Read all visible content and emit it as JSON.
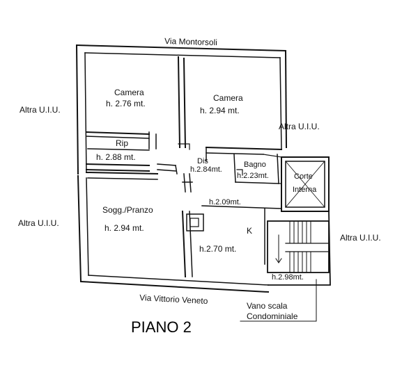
{
  "plan": {
    "streets": {
      "north": "Via Montorsoli",
      "south": "Via Vittorio Veneto"
    },
    "neighbors": {
      "left_top": "Altra U.I.U.",
      "left_bottom": "Altra U.I.U.",
      "right_top": "Altra U.I.U.",
      "right_bottom": "Altra U.I.U."
    },
    "rooms": {
      "camera_left": {
        "name": "Camera",
        "height": "h. 2.76 mt."
      },
      "camera_right": {
        "name": "Camera",
        "height": "h. 2.94 mt."
      },
      "rip": {
        "name": "Rip",
        "height": "h. 2.88 mt."
      },
      "dis": {
        "name": "Dis",
        "height": "h.2.84mt."
      },
      "bagno": {
        "name": "Bagno",
        "height": "h.2.23mt."
      },
      "corte": {
        "name_line1": "Corte",
        "name_line2": "Interna"
      },
      "corridor": {
        "height": "h.2.09mt."
      },
      "soggiorno": {
        "name": "Sogg./Pranzo",
        "height": "h. 2.94 mt."
      },
      "kitchen": {
        "name": "K",
        "height": "h.2.70 mt."
      },
      "stair_landing": {
        "height": "h.2.98mt."
      }
    },
    "stair_label": {
      "line1": "Vano scala",
      "line2": "Condominiale"
    },
    "floor_title": "PIANO 2"
  }
}
